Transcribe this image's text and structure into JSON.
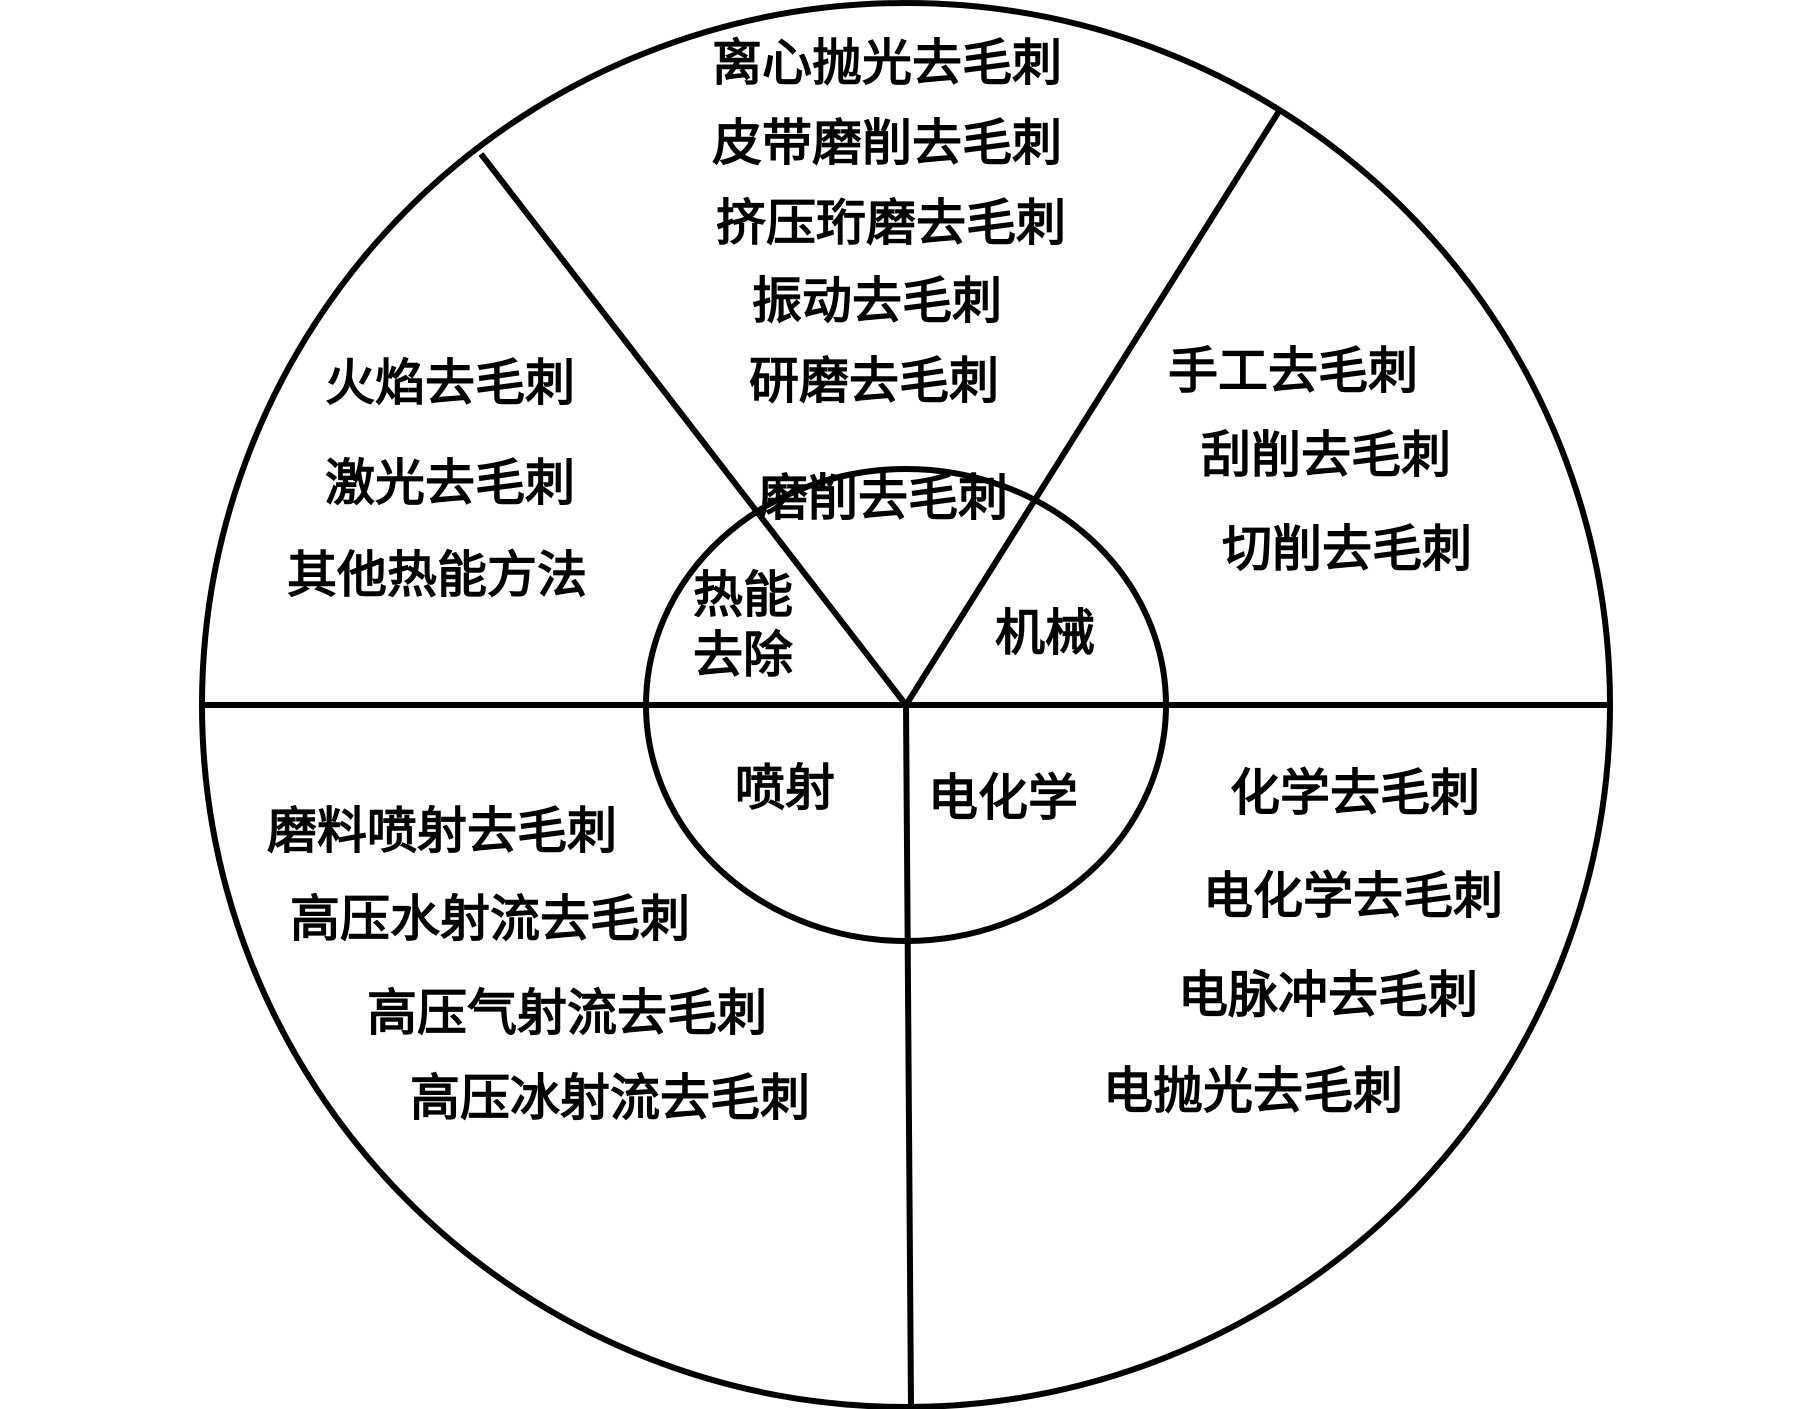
{
  "center": {
    "grinding": "磨削去毛刺",
    "thermal": [
      "热能",
      "去除"
    ],
    "mechanical": "机械",
    "spray": "喷射",
    "electrochemical": "电化学"
  },
  "outer": {
    "grinding_methods": [
      "离心抛光去毛刺",
      "皮带磨削去毛刺",
      "挤压珩磨去毛刺",
      "振动去毛刺",
      "研磨去毛刺"
    ],
    "thermal_methods": [
      "火焰去毛刺",
      "激光去毛刺",
      "其他热能方法"
    ],
    "mechanical_methods": [
      "手工去毛刺",
      "刮削去毛刺",
      "切削去毛刺"
    ],
    "spray_methods": [
      "磨料喷射去毛刺",
      "高压水射流去毛刺",
      "高压气射流去毛刺",
      "高压冰射流去毛刺"
    ],
    "electrochemical_methods": [
      "化学去毛刺",
      "电化学去毛刺",
      "电脉冲去毛刺",
      "电抛光去毛刺"
    ]
  }
}
